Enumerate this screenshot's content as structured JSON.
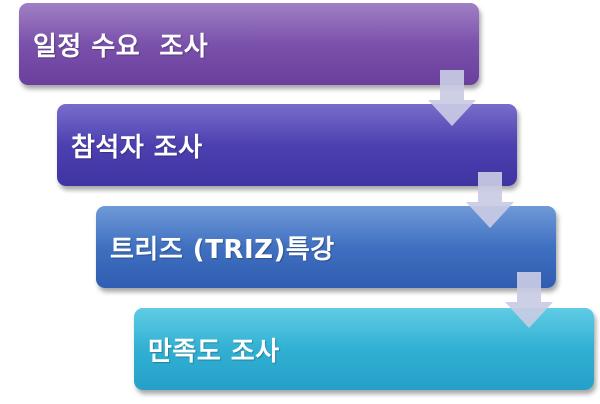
{
  "steps": [
    {
      "label": "일정 수요  조사",
      "color": "#7a52ab"
    },
    {
      "label": "참석자 조사",
      "color": "#4a3fb1"
    },
    {
      "label": "트리즈 (TRIZ)특강",
      "color": "#3d6fc0"
    },
    {
      "label": "만족도 조사",
      "color": "#2fb1d4"
    }
  ],
  "arrow_color": "#c9cbe4"
}
